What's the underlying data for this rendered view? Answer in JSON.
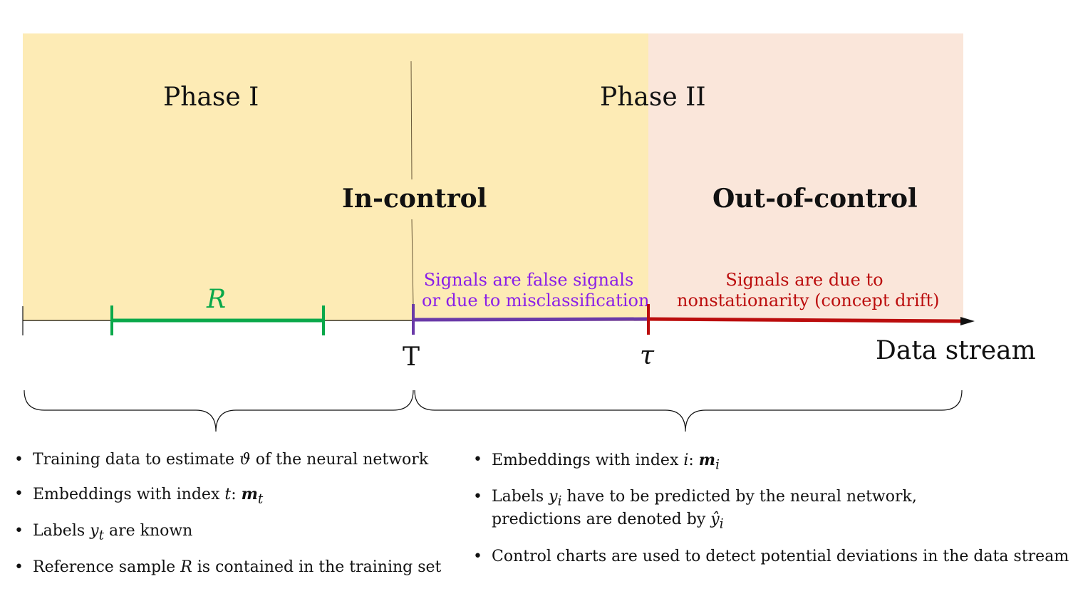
{
  "colors": {
    "incontrol_bg": "#fdebb5",
    "outcontrol_bg": "#fae6da",
    "reference_green": "#0aa84a",
    "signal_purple": "#6a3aa8",
    "signal_purple_text": "#8a1ee8",
    "drift_red": "#bb0d0d",
    "axis": "#111111"
  },
  "phases": {
    "phase1": "Phase I",
    "phase2": "Phase II"
  },
  "regions": {
    "in_control": "In-control",
    "out_of_control": "Out-of-control"
  },
  "timeline": {
    "reference_label": "R",
    "t_label": "T",
    "tau_label": "τ",
    "axis_label": "Data stream"
  },
  "signals": {
    "false_signals_line1": "Signals are false signals",
    "false_signals_line2": "or due to misclassification",
    "drift_line1": "Signals are due to",
    "drift_line2": "nonstationarity (concept drift)"
  },
  "phase1_bullets": [
    {
      "pre": "Training data to estimate ",
      "math": "ϑ",
      "post": " of the neural network"
    },
    {
      "pre": "Embeddings with index ",
      "math": "t",
      "post": ": ",
      "bold_math": "m",
      "sub": "t"
    },
    {
      "pre": "Labels ",
      "math": "y",
      "sub": "t",
      "post": " are known"
    },
    {
      "pre": "Reference sample ",
      "math": "R",
      "post": " is contained in the training set"
    }
  ],
  "phase2_bullets": [
    {
      "pre": "Embeddings with index ",
      "math": "i",
      "post": ": ",
      "bold_math": "m",
      "sub": "i"
    },
    {
      "pre": "Labels ",
      "math": "y",
      "sub": "i",
      "post": " have to be predicted by the neural network,",
      "line2_pre": "predictions are denoted by ",
      "line2_math": "ŷ",
      "line2_sub": "i"
    },
    {
      "pre": "Control charts are used to detect potential deviations in the data stream"
    }
  ]
}
